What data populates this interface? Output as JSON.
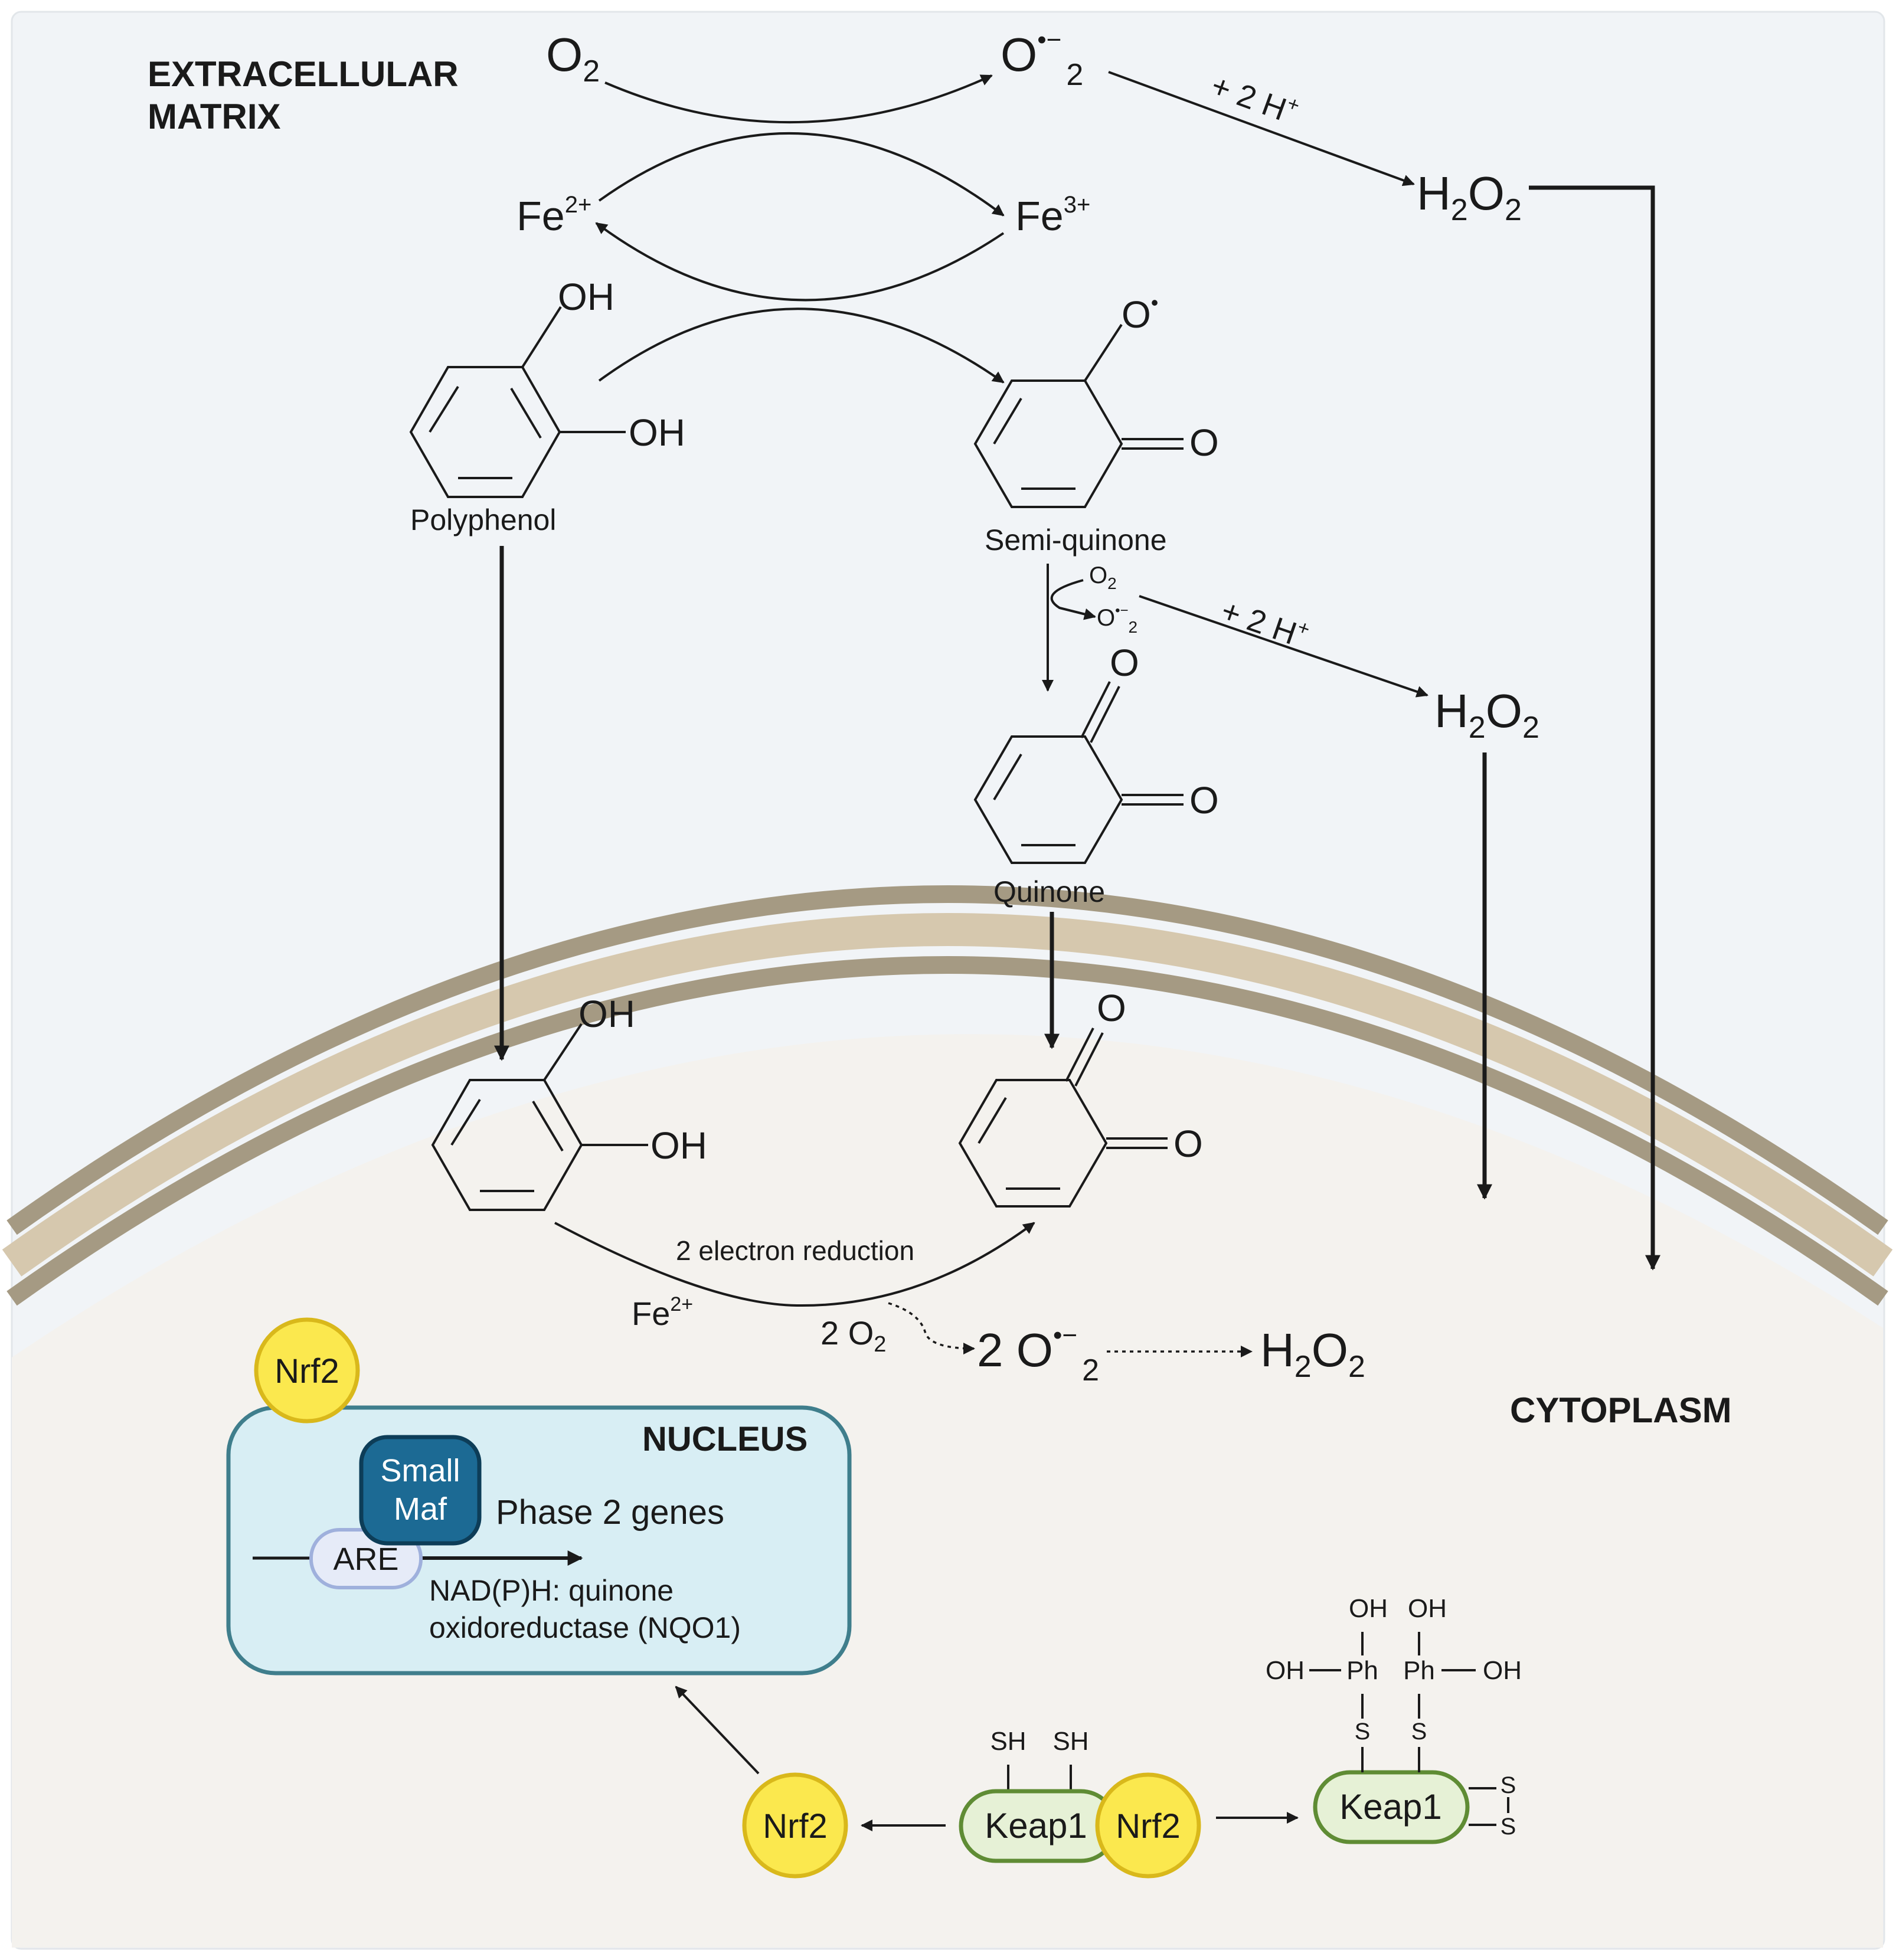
{
  "regions": {
    "extracellular_line1": "EXTRACELLULAR",
    "extracellular_line2": "MATRIX",
    "cytoplasm": "CYTOPLASM",
    "nucleus": "NUCLEUS"
  },
  "species": {
    "o2": "O",
    "o2_sub": "2",
    "superoxide": "O",
    "superoxide_sup": "•−",
    "superoxide_sub": "2",
    "h2o2_h": "H",
    "h2o2_sub": "2",
    "h2o2_o": "O",
    "fe2": "Fe",
    "fe2_sup": "2+",
    "fe3": "Fe",
    "fe3_sup": "3+",
    "plus_2h": "+ 2 H",
    "plus_sup": "+",
    "two_o2": "2 O",
    "two_superoxide": "2 O"
  },
  "molecules": {
    "polyphenol": "Polyphenol",
    "semiquinone": "Semi-quinone",
    "quinone": "Quinone",
    "oh": "OH",
    "o_radical": "O",
    "radical_dot": "•",
    "o": "O"
  },
  "reactions": {
    "two_electron_reduction": "2 electron reduction"
  },
  "nucleus": {
    "small_maf_line1": "Small",
    "small_maf_line2": "Maf",
    "are": "ARE",
    "phase2_genes": "Phase 2 genes",
    "nqo1_line1": "NAD(P)H: quinone",
    "nqo1_line2": "oxidoreductase (NQO1)"
  },
  "proteins": {
    "nrf2": "Nrf2",
    "keap1": "Keap1",
    "sh": "SH",
    "s": "S",
    "ph": "Ph",
    "oh": "OH"
  },
  "colors": {
    "extracellular_bg": "#f1f4f7",
    "cytoplasm_bg": "#f4f2ee",
    "membrane_outer": "#a59a83",
    "membrane_inner": "#d6c8ae",
    "nucleus_fill": "#d8eef4",
    "nucleus_stroke": "#3f7e8c",
    "nrf2_fill": "#fbe84e",
    "nrf2_stroke": "#d9b81b",
    "keap1_fill": "#e6f1d6",
    "keap1_stroke": "#5f8c34",
    "maf_fill": "#1c6a94",
    "maf_stroke": "#0d3d58",
    "are_fill": "#e6ebf8",
    "are_stroke": "#9fb0dc"
  }
}
